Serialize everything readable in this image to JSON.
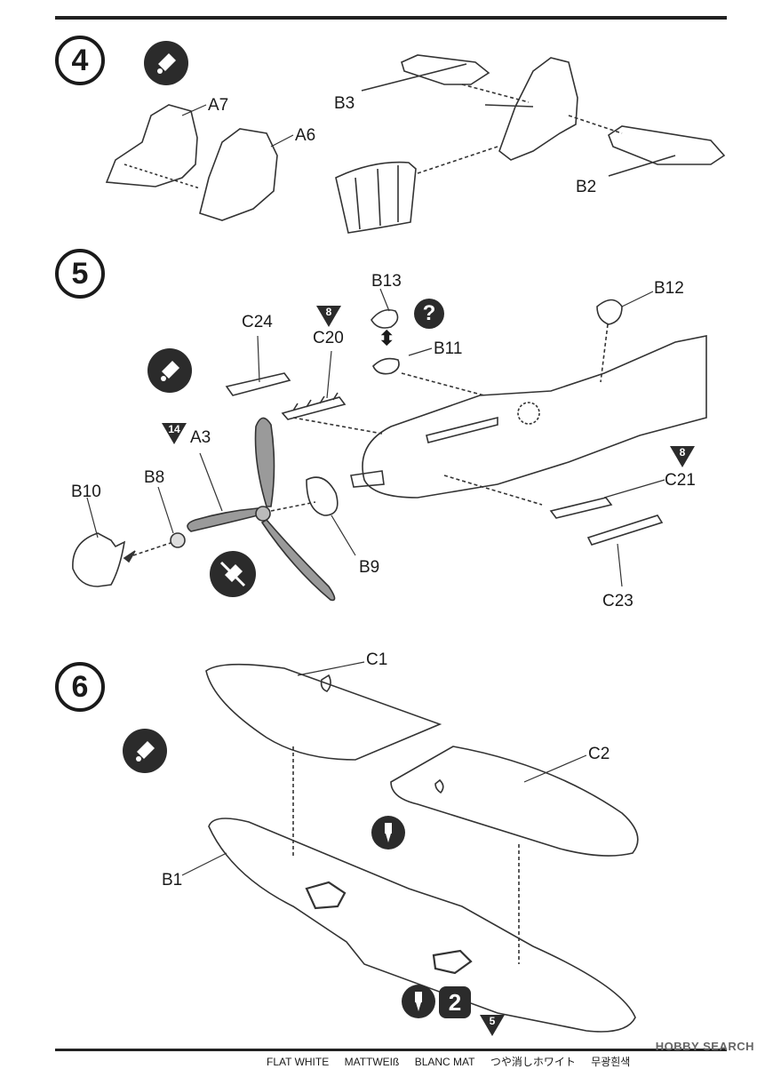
{
  "steps": [
    "4",
    "5",
    "6"
  ],
  "step4": {
    "parts": [
      "A7",
      "A6",
      "B3",
      "B2"
    ]
  },
  "step5": {
    "parts": [
      "B13",
      "B12",
      "C24",
      "C20",
      "B11",
      "A3",
      "B10",
      "B8",
      "B9",
      "C21",
      "C23"
    ],
    "paint_refs": [
      "8",
      "14",
      "8"
    ],
    "question_mark": "?"
  },
  "step6": {
    "parts": [
      "C1",
      "C2",
      "B1"
    ],
    "option_number": "2",
    "paint_ref": "5"
  },
  "footer": [
    "FLAT WHITE",
    "MATTWEIß",
    "BLANC MAT",
    "つや消しホワイト",
    "무광흰색"
  ],
  "watermark": "HOBBY SEARCH"
}
